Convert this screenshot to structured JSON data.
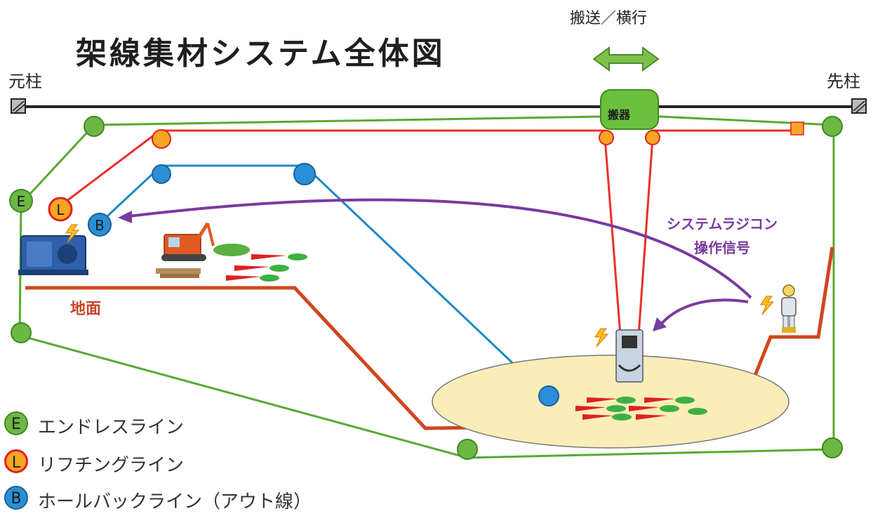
{
  "title": "架線集材システム全体図",
  "transport_label": "搬送／横行",
  "post_left": "元柱",
  "post_right": "先柱",
  "carriage_label": "搬器",
  "radio_label_line1": "システムラジコン",
  "radio_label_line2": "操作信号",
  "ground_label": "地面",
  "colors": {
    "endless": "#5aa832",
    "lifting": "#e8302a",
    "haulback": "#1e87c8",
    "signal": "#7a3a9e",
    "ground": "#d0461e",
    "carriage": "#6cbf3c",
    "skyline": "#222222"
  },
  "legend": [
    {
      "letter": "E",
      "label": "エンドレスライン",
      "fill": "#6cb844",
      "stroke": "#3d8a22"
    },
    {
      "letter": "L",
      "label": "リフチングライン",
      "fill": "#f5a623",
      "stroke": "#e02020"
    },
    {
      "letter": "B",
      "label": "ホールバックライン（アウト線）",
      "fill": "#2a8fd4",
      "stroke": "#1a5fa0"
    }
  ]
}
